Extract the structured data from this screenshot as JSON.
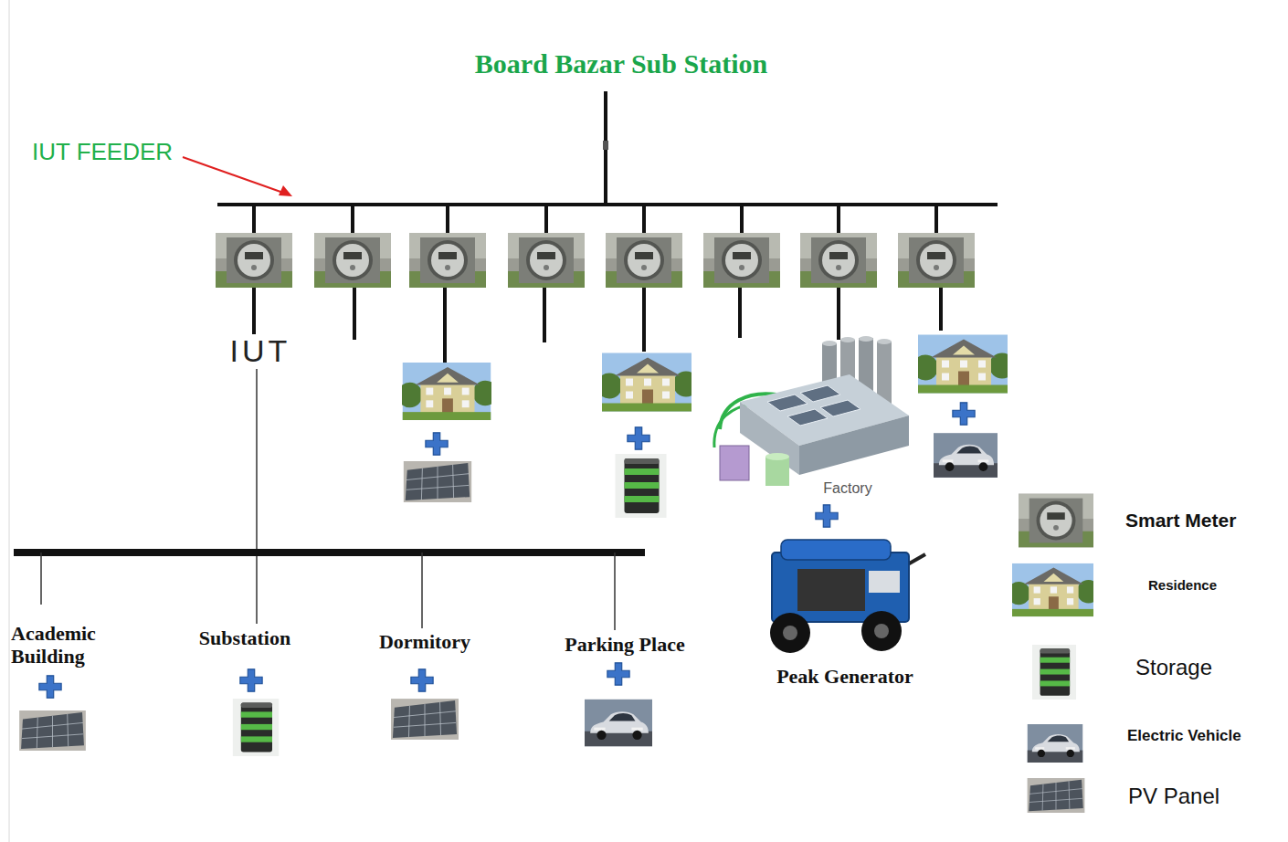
{
  "diagram": {
    "title": "Board Bazar Sub Station",
    "labels": [
      "IUT FEEDER",
      "IUT",
      "Factory",
      "Academic Building",
      "Substation",
      "Dormitory",
      "Parking Place",
      "Peak Generator"
    ],
    "legend": [
      {
        "text": "Smart Meter"
      },
      {
        "text": "Residence"
      },
      {
        "text": "Storage"
      },
      {
        "text": "Electric Vehicle"
      },
      {
        "text": "PV Panel"
      }
    ]
  }
}
